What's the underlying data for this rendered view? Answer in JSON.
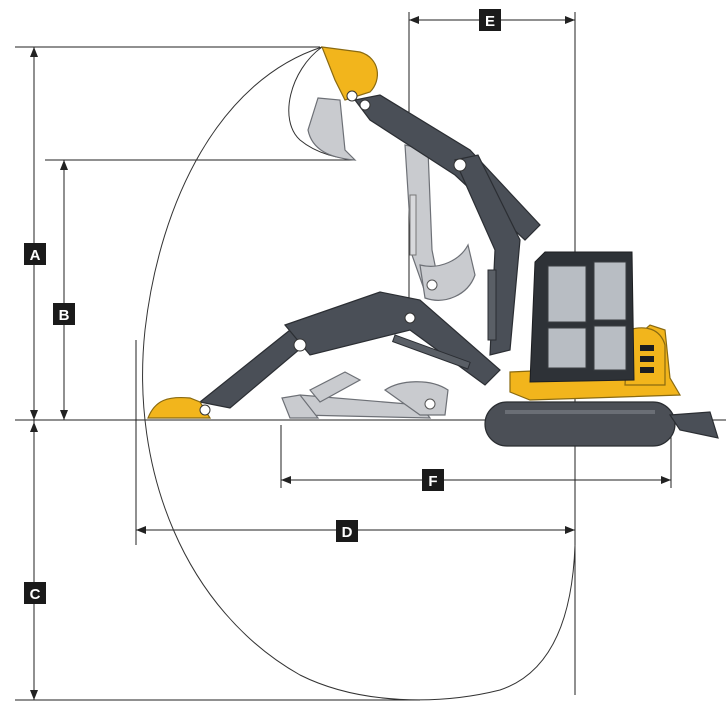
{
  "dimension_labels": {
    "A": "A",
    "B": "B",
    "C": "C",
    "D": "D",
    "E": "E",
    "F": "F"
  },
  "colors": {
    "machine_yellow": "#f2b51c",
    "boom_dark": "#4a4f57",
    "boom_ghost": "#c9cbcf",
    "label_box": "#1a1a1a"
  }
}
